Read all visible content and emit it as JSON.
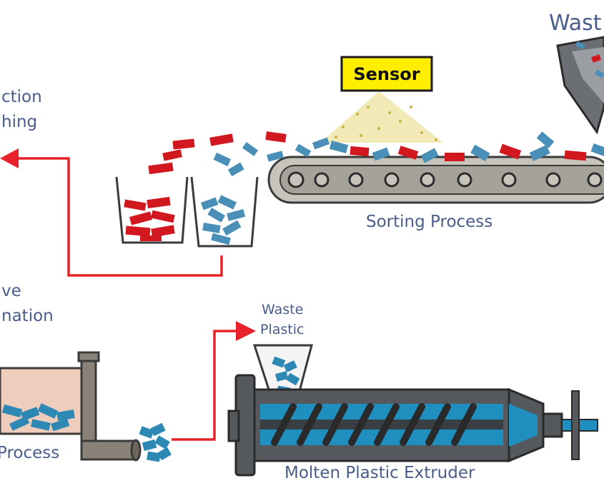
{
  "labels": {
    "waste_top": "Wast",
    "sensor": "Sensor",
    "left_top_line1": "ction",
    "left_top_line2": "hing",
    "sorting": "Sorting Process",
    "left_mid_line1": "ve",
    "left_mid_line2": "nation",
    "waste_plastic_line1": "Waste",
    "waste_plastic_line2": "Plastic",
    "process_bottom_left": "Process",
    "extruder": "Molten Plastic Extruder"
  },
  "colors": {
    "arrow_red": "#e8222a",
    "label_blue": "#4a5c8a",
    "flake_red": "#d0181e",
    "flake_blue": "#4a8fb8",
    "sensor_yellow": "#ffee00",
    "spray_yellow": "#d8c24a",
    "belt_gray": "#c7c4bc",
    "machine_gray": "#55595e",
    "molten_blue": "#1f8fc0",
    "tank_pink": "#efcdbd"
  },
  "icons": {
    "sensor": "sensor-box",
    "conveyor": "conveyor-belt",
    "extruder": "screw-extruder",
    "hopper": "funnel-hopper"
  }
}
